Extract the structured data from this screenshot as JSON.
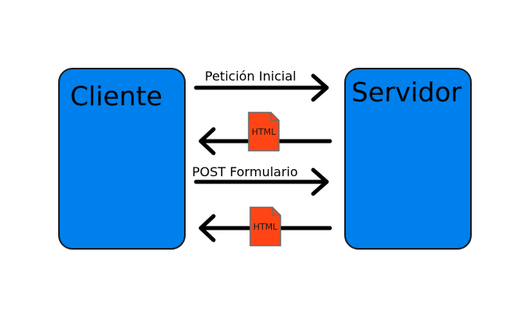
{
  "nodes": {
    "client": "Cliente",
    "server": "Servidor"
  },
  "messages": {
    "initial_request": "Petición Inicial",
    "post_form": "POST Formulario"
  },
  "documents": {
    "response_1": "HTML",
    "response_2": "HTML"
  },
  "colors": {
    "node_fill": "#0080ec",
    "document_fill": "#ff4516",
    "arrow": "#000000"
  },
  "icons": [
    "arrow-right-icon",
    "arrow-left-icon",
    "html-document-icon"
  ]
}
